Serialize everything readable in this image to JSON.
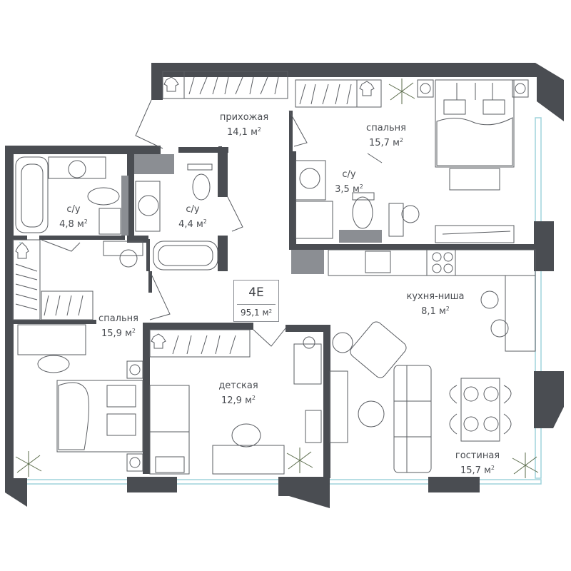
{
  "apartment": {
    "code": "4E",
    "area": "95,1 м",
    "unit_sup": "2"
  },
  "rooms": [
    {
      "key": "prihozhaya",
      "name": "прихожая",
      "area": "14,1 м"
    },
    {
      "key": "spalnya_right",
      "name": "спальня",
      "area": "15,7 м"
    },
    {
      "key": "su_left",
      "name": "с/у",
      "area": "4,8 м"
    },
    {
      "key": "su_mid",
      "name": "с/у",
      "area": "4,4 м"
    },
    {
      "key": "su_right",
      "name": "с/у",
      "area": "3,5 м"
    },
    {
      "key": "spalnya_left",
      "name": "спальня",
      "area": "15,9 м"
    },
    {
      "key": "kitchen",
      "name": "кухня-ниша",
      "area": "8,1 м"
    },
    {
      "key": "detskaya",
      "name": "детская",
      "area": "12,9 м"
    },
    {
      "key": "gostinaya",
      "name": "гостиная",
      "area": "15,7 м"
    }
  ],
  "colors": {
    "wall": "#4a4d52",
    "wall_light": "#8b8e93",
    "window": "#9fd3dc",
    "line": "#5a5d62",
    "floor": "#ffffff"
  }
}
